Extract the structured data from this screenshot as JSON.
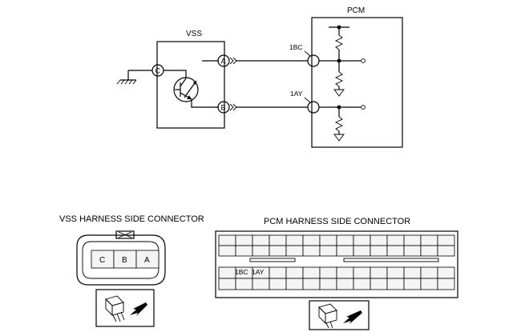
{
  "schematic": {
    "vss_label": "VSS",
    "pcm_label": "PCM",
    "pins": {
      "a": "A",
      "b": "B",
      "c": "C"
    },
    "pcm_terminals": {
      "top": "1BC",
      "bottom": "1AY"
    }
  },
  "connectors": {
    "vss": {
      "title": "VSS HARNESS SIDE CONNECTOR",
      "cells": [
        "C",
        "B",
        "A"
      ],
      "view_icon": "connector-view-arrow-icon"
    },
    "pcm": {
      "title": "PCM HARNESS SIDE CONNECTOR",
      "bottom_row_labels": [
        "1BC",
        "1AY"
      ],
      "view_icon": "connector-view-arrow-icon"
    }
  }
}
